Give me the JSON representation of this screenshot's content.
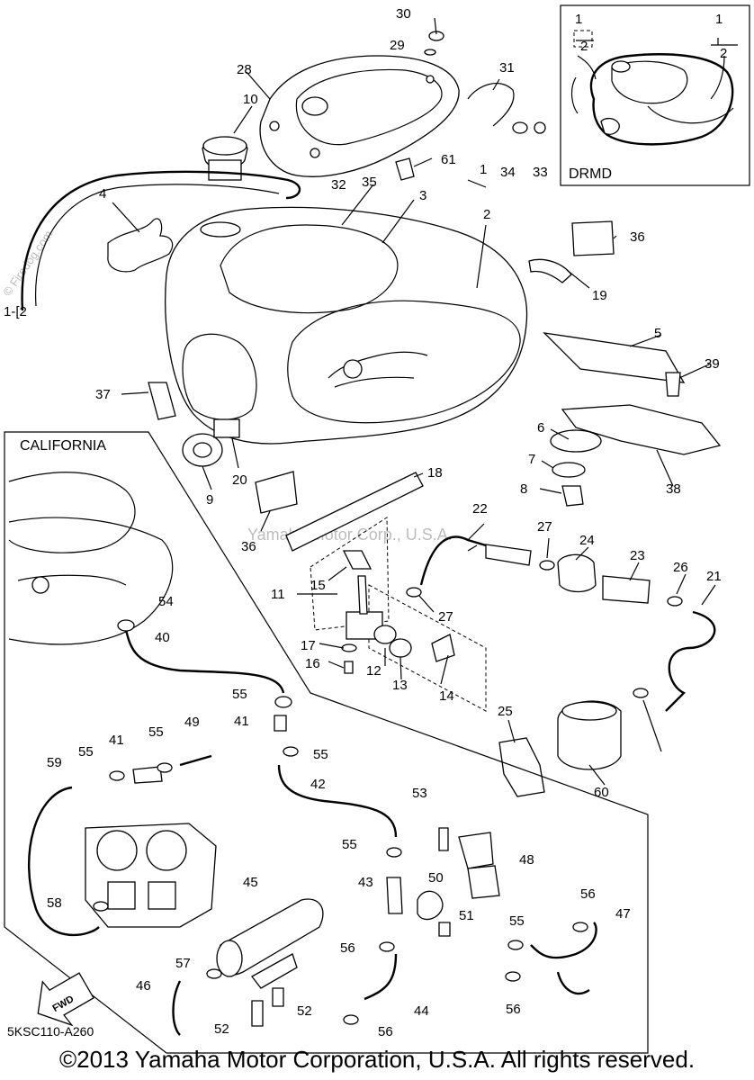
{
  "diagram": {
    "inset_label": "DRMD",
    "region_label": "CALIFORNIA",
    "fwd_label": "FWD",
    "diagram_code": "5KSC110-A260",
    "copyright": "©2013 Yamaha Motor Corporation, U.S.A. All rights reserved.",
    "watermark_center": "Yamaha Motor Corp., U.S.A.",
    "watermark_site": "© Firedog.com",
    "callouts": [
      "1",
      "2",
      "3",
      "4",
      "5",
      "6",
      "7",
      "8",
      "9",
      "10",
      "11",
      "12",
      "13",
      "14",
      "15",
      "16",
      "17",
      "18",
      "19",
      "20",
      "21",
      "22",
      "23",
      "24",
      "25",
      "26",
      "27",
      "28",
      "29",
      "30",
      "31",
      "32",
      "33",
      "34",
      "35",
      "36",
      "37",
      "38",
      "39",
      "40",
      "41",
      "42",
      "43",
      "44",
      "45",
      "46",
      "47",
      "48",
      "49",
      "50",
      "51",
      "52",
      "53",
      "54",
      "55",
      "56",
      "57",
      "58",
      "59",
      "60",
      "61"
    ],
    "inset_callouts": [
      "1",
      "2",
      "1",
      "2"
    ],
    "left_legend": "1-[2"
  }
}
